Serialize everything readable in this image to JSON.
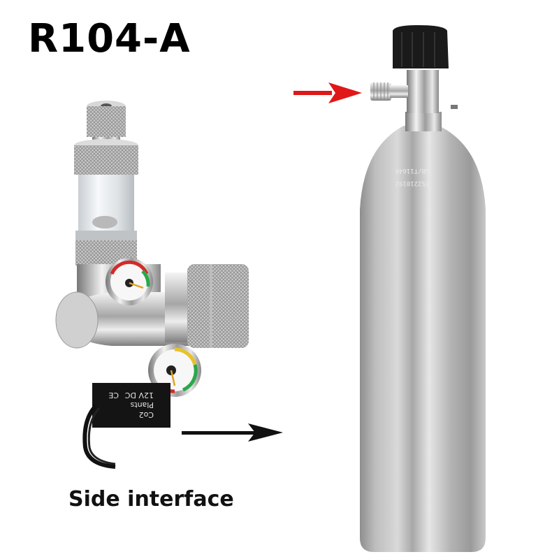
{
  "title": "R104-A",
  "caption": "Side interface",
  "regulator": {
    "solenoid_text": [
      "Co2",
      "Plants",
      "12V DC",
      "CE"
    ],
    "gauge_colors": [
      "#d42a2a",
      "#e8c22a",
      "#2aa84a"
    ]
  },
  "cylinder": {
    "engraving_lines": [
      "GB/T11640",
      "TS2210192"
    ]
  },
  "arrows": {
    "red_arrow_color": "#e01818",
    "black_arrow_color": "#111111"
  }
}
